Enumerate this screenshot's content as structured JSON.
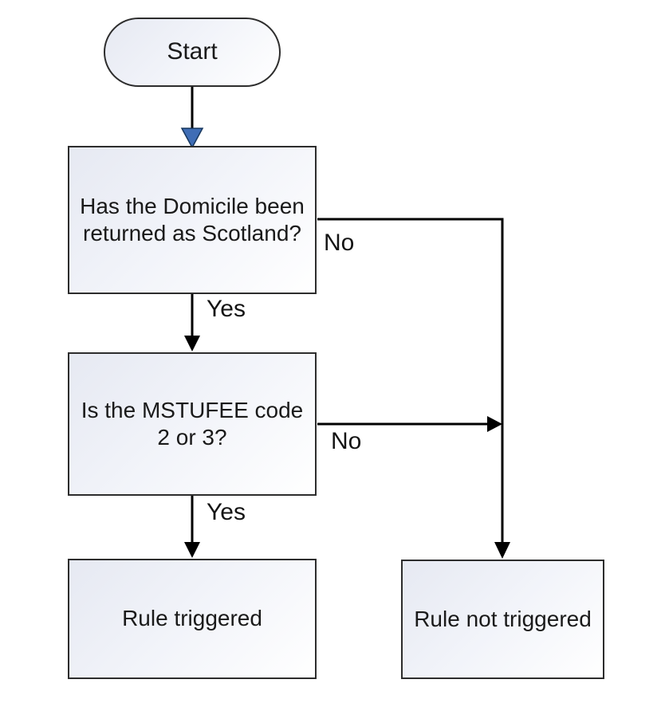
{
  "diagram": {
    "type": "flowchart",
    "nodes": {
      "start": {
        "label": "Start",
        "shape": "terminator"
      },
      "decision_domicile": {
        "label": "Has the Domicile been returned as Scotland?",
        "shape": "process"
      },
      "decision_mstufee": {
        "label": "Is the MSTUFEE code 2 or 3?",
        "shape": "process"
      },
      "rule_triggered": {
        "label": "Rule triggered",
        "shape": "process"
      },
      "rule_not_triggered": {
        "label": "Rule not triggered",
        "shape": "process"
      }
    },
    "edges": [
      {
        "from": "start",
        "to": "decision_domicile",
        "label": ""
      },
      {
        "from": "decision_domicile",
        "to": "decision_mstufee",
        "label": "Yes"
      },
      {
        "from": "decision_domicile",
        "to": "rule_not_triggered",
        "label": "No"
      },
      {
        "from": "decision_mstufee",
        "to": "rule_triggered",
        "label": "Yes"
      },
      {
        "from": "decision_mstufee",
        "to": "rule_not_triggered",
        "label": "No"
      }
    ],
    "colors": {
      "node_border": "#2d2d2d",
      "node_fill_top": "#e6e9f2",
      "node_fill_bottom": "#ffffff",
      "connector": "#000000",
      "start_arrowhead_fill": "#3f6db5",
      "start_arrowhead_stroke": "#17375e",
      "text": "#1a1a1a",
      "background": "#ffffff"
    }
  }
}
